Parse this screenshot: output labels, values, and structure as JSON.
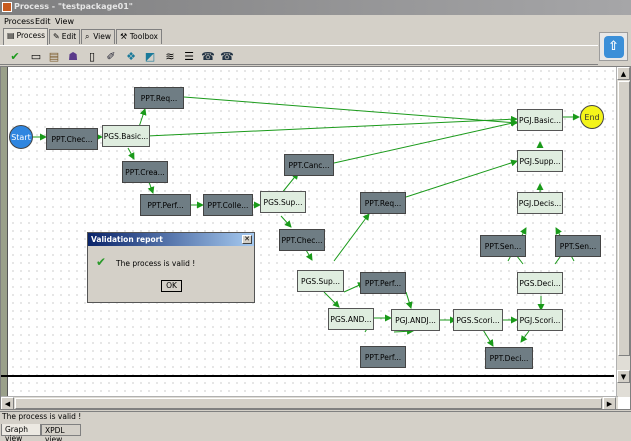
{
  "window": {
    "title": "Process - \"testpackage01\""
  },
  "menus": [
    "Process",
    "Edit",
    "View"
  ],
  "tabs": [
    {
      "label": "Process",
      "icon": "process-icon",
      "active": true
    },
    {
      "label": "Edit",
      "icon": "edit-icon",
      "active": false
    },
    {
      "label": "View",
      "icon": "view-icon",
      "active": false
    },
    {
      "label": "Toolbox",
      "icon": "toolbox-icon",
      "active": false
    }
  ],
  "toolbar_icons": [
    "check-icon",
    "window-icon",
    "document-icon",
    "user-icon",
    "page-icon",
    "edit-pencil-icon",
    "transitions-icon",
    "blocks-icon",
    "stack-icon",
    "stack2-icon",
    "phone-icon",
    "phone2-icon"
  ],
  "graph": {
    "start_label": "Start",
    "end_label": "End",
    "nodes": [
      {
        "id": "n1",
        "label": "PPT.Chec...",
        "style": "dark"
      },
      {
        "id": "n2",
        "label": "PGS.Basic...",
        "style": "light"
      },
      {
        "id": "n3",
        "label": "PPT.Req...",
        "style": "dark"
      },
      {
        "id": "n4",
        "label": "PPT.Crea...",
        "style": "dark"
      },
      {
        "id": "n5",
        "label": "PPT.Perf...",
        "style": "dark"
      },
      {
        "id": "n6",
        "label": "PPT.Colle...",
        "style": "dark"
      },
      {
        "id": "n7",
        "label": "PGS.Sup...",
        "style": "light"
      },
      {
        "id": "n8",
        "label": "PPT.Canc...",
        "style": "dark"
      },
      {
        "id": "n9",
        "label": "PPT.Chec...",
        "style": "dark"
      },
      {
        "id": "n10",
        "label": "PGS.Sup...",
        "style": "light"
      },
      {
        "id": "n11",
        "label": "PPT.Req...",
        "style": "dark"
      },
      {
        "id": "n12",
        "label": "PGS.AND...",
        "style": "light"
      },
      {
        "id": "n13",
        "label": "PPT.Perf...",
        "style": "dark"
      },
      {
        "id": "n14",
        "label": "PPT.Perf...",
        "style": "dark"
      },
      {
        "id": "n15",
        "label": "PGJ.ANDJ...",
        "style": "light"
      },
      {
        "id": "n16",
        "label": "PGS.Scori...",
        "style": "light"
      },
      {
        "id": "n17",
        "label": "PPT.Deci...",
        "style": "dark"
      },
      {
        "id": "n18",
        "label": "PGJ.Scori...",
        "style": "light"
      },
      {
        "id": "n19",
        "label": "PGS.Deci...",
        "style": "light"
      },
      {
        "id": "n20",
        "label": "PPT.Sen...",
        "style": "dark"
      },
      {
        "id": "n21",
        "label": "PPT.Sen...",
        "style": "dark"
      },
      {
        "id": "n22",
        "label": "PGJ.Decis...",
        "style": "light"
      },
      {
        "id": "n23",
        "label": "PGJ.Supp...",
        "style": "light"
      },
      {
        "id": "n24",
        "label": "PGJ.Basic...",
        "style": "light"
      }
    ],
    "colors": {
      "arrow": "#1a9a1a",
      "dark_node": "#6f7d84",
      "light_node": "#dfeddf",
      "start": "#2f86e0",
      "end": "#f4f41a"
    }
  },
  "dialog": {
    "title": "Validation report",
    "message": "The process is valid !",
    "ok_label": "OK"
  },
  "status": {
    "text": "The process is valid !"
  },
  "bottom_tabs": [
    "Graph view",
    "XPDL view"
  ]
}
